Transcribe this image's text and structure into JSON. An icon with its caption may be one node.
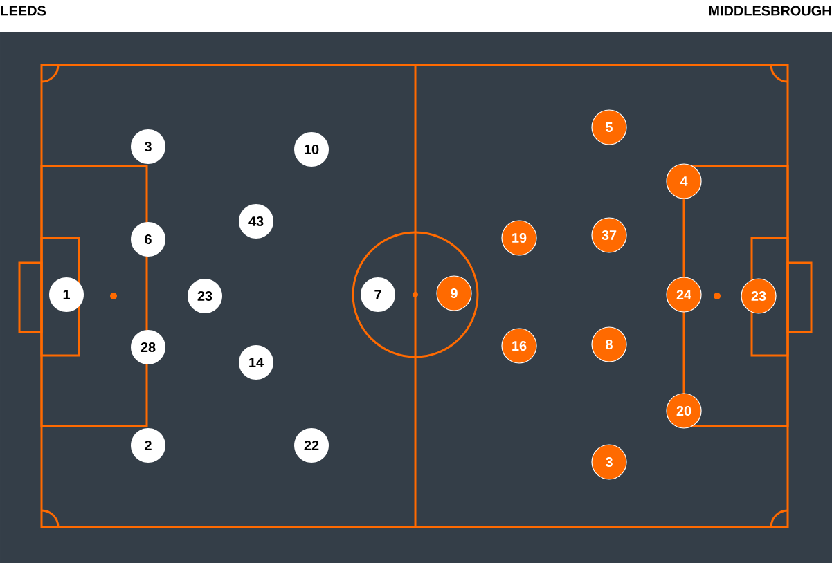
{
  "diagram": {
    "nodes": [
      {
        "text": [
          "1"
        ]
      },
      {
        "text": [
          "3"
        ]
      },
      {
        "text": [
          "6"
        ]
      },
      {
        "text": [
          "28"
        ]
      },
      {
        "text": [
          "2"
        ]
      },
      {
        "text": [
          "23"
        ]
      },
      {
        "text": [
          "43"
        ]
      },
      {
        "text": [
          "14"
        ]
      },
      {
        "text": [
          "10"
        ]
      },
      {
        "text": [
          "22"
        ]
      },
      {
        "text": [
          "7"
        ]
      },
      {
        "text": [
          "9"
        ]
      },
      {
        "text": [
          "19"
        ]
      },
      {
        "text": [
          "16"
        ]
      },
      {
        "text": [
          "5"
        ]
      },
      {
        "text": [
          "37"
        ]
      },
      {
        "text": [
          "8"
        ]
      },
      {
        "text": [
          "3"
        ]
      },
      {
        "text": [
          "4"
        ]
      },
      {
        "text": [
          "24"
        ]
      },
      {
        "text": [
          "20"
        ]
      },
      {
        "text": [
          "23"
        ]
      }
    ],
    "labels": [
      "LEEDS",
      "MIDDLESBROUGH"
    ]
  }
}
